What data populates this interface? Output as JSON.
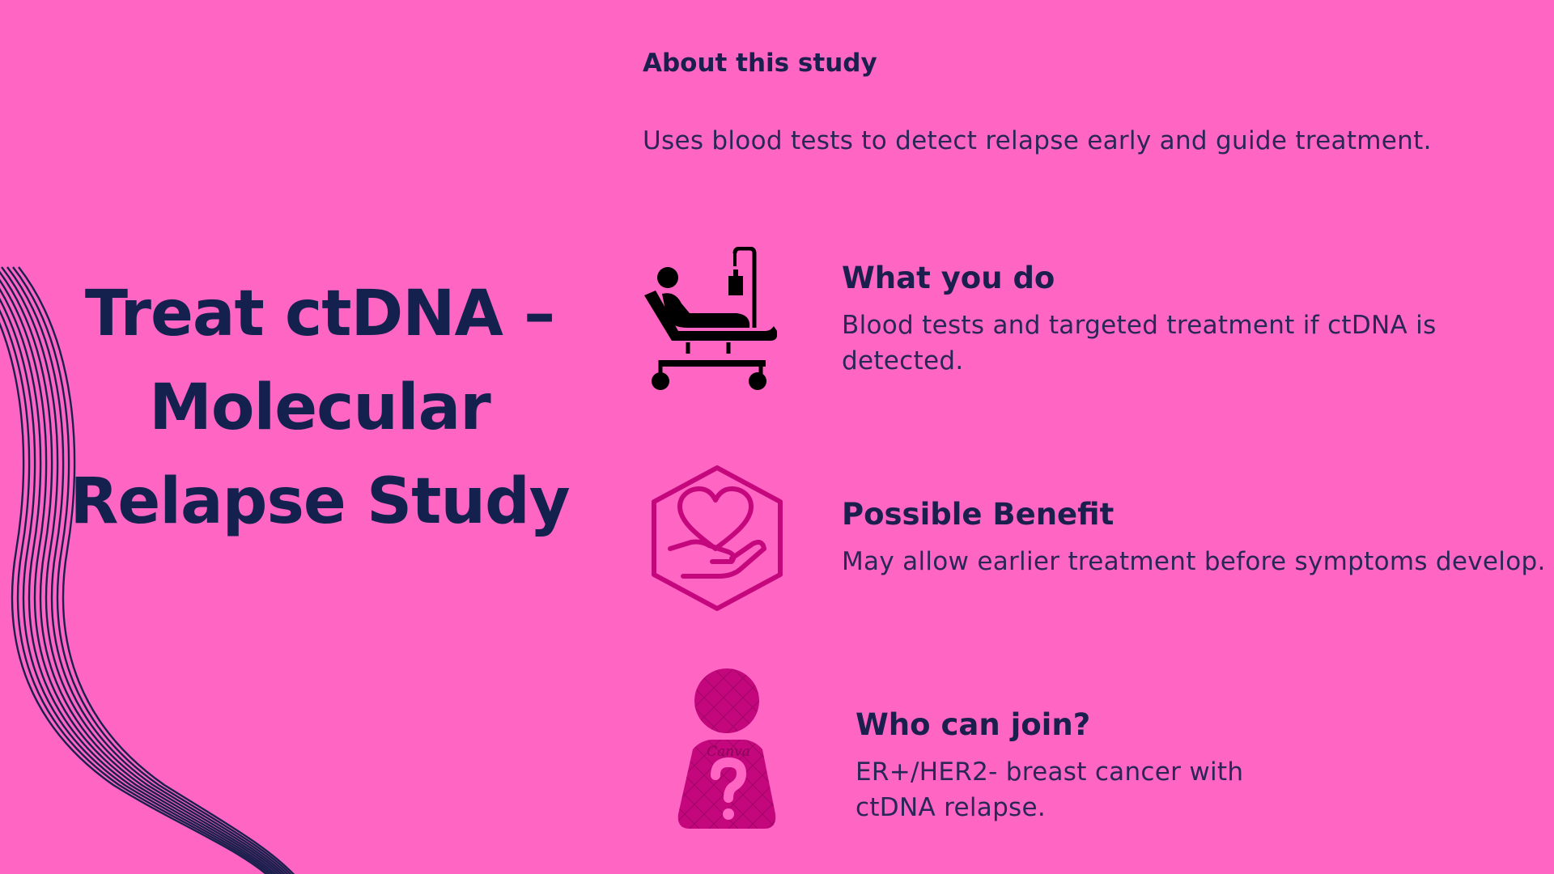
{
  "title": "Treat ctDNA – Molecular Relapse Study",
  "about": {
    "heading": "About this study",
    "text": "Uses blood tests to detect relapse early and guide treatment."
  },
  "sections": [
    {
      "icon": "patient-bed-iv-icon",
      "heading": "What you do",
      "text": "Blood tests and targeted treatment if ctDNA is detected."
    },
    {
      "icon": "heart-in-hand-hexagon-icon",
      "heading": "Possible Benefit",
      "text": "May allow earlier treatment before symptoms develop."
    },
    {
      "icon": "person-question-icon",
      "heading": "Who can join?",
      "text": "ER+/HER2- breast cancer with ctDNA relapse."
    }
  ],
  "watermark": "Canva",
  "colors": {
    "background": "#ff66c4",
    "title": "#14214f",
    "text": "#2a2658",
    "accent": "#c4077d",
    "lines": "#1b1f4d"
  }
}
